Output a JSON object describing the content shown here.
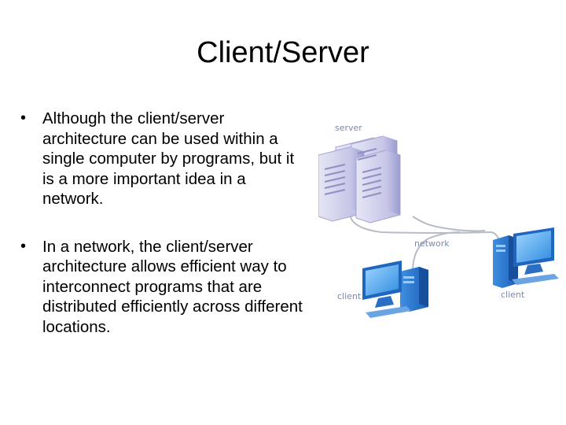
{
  "slide": {
    "title": "Client/Server",
    "bullets": [
      "Although the client/server architecture can be used within a single computer by programs, but it is a more important idea in a network.",
      "In a network, the client/server architecture allows efficient way to interconnect programs that are distributed efficiently across different locations."
    ]
  },
  "diagram": {
    "labels": {
      "server": "server",
      "network": "network",
      "client_left": "client",
      "client_right": "client"
    },
    "icons": [
      "server-rack-icon",
      "client-computer-icon",
      "client-computer-icon"
    ]
  }
}
